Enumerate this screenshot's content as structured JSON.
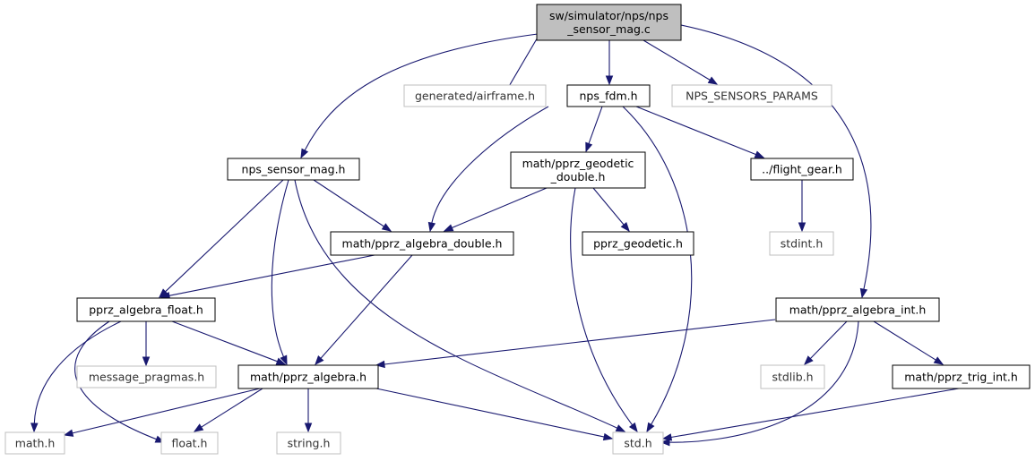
{
  "diagram": {
    "type": "include-dependency-graph",
    "colors": {
      "edge": "#191970",
      "main_fill": "#bfbfbf",
      "documented_border": "#000000",
      "external_border": "#bfbfbf"
    },
    "nodes": [
      {
        "id": "main",
        "lines": [
          "sw/simulator/nps/nps",
          "_sensor_mag.c"
        ],
        "kind": "main"
      },
      {
        "id": "airframe",
        "lines": [
          "generated/airframe.h"
        ],
        "kind": "external"
      },
      {
        "id": "nps_fdm",
        "lines": [
          "nps_fdm.h"
        ],
        "kind": "documented"
      },
      {
        "id": "nps_sensors_params",
        "lines": [
          "NPS_SENSORS_PARAMS"
        ],
        "kind": "external"
      },
      {
        "id": "nps_sensor_mag_h",
        "lines": [
          "nps_sensor_mag.h"
        ],
        "kind": "documented"
      },
      {
        "id": "pprz_geodetic_double",
        "lines": [
          "math/pprz_geodetic",
          "_double.h"
        ],
        "kind": "documented"
      },
      {
        "id": "flight_gear",
        "lines": [
          "../flight_gear.h"
        ],
        "kind": "documented"
      },
      {
        "id": "pprz_algebra_double",
        "lines": [
          "math/pprz_algebra_double.h"
        ],
        "kind": "documented"
      },
      {
        "id": "pprz_geodetic",
        "lines": [
          "pprz_geodetic.h"
        ],
        "kind": "documented"
      },
      {
        "id": "stdint",
        "lines": [
          "stdint.h"
        ],
        "kind": "external"
      },
      {
        "id": "pprz_algebra_float",
        "lines": [
          "pprz_algebra_float.h"
        ],
        "kind": "documented"
      },
      {
        "id": "pprz_algebra_int",
        "lines": [
          "math/pprz_algebra_int.h"
        ],
        "kind": "documented"
      },
      {
        "id": "message_pragmas",
        "lines": [
          "message_pragmas.h"
        ],
        "kind": "external"
      },
      {
        "id": "pprz_algebra",
        "lines": [
          "math/pprz_algebra.h"
        ],
        "kind": "documented"
      },
      {
        "id": "stdlib",
        "lines": [
          "stdlib.h"
        ],
        "kind": "external"
      },
      {
        "id": "pprz_trig_int",
        "lines": [
          "math/pprz_trig_int.h"
        ],
        "kind": "documented"
      },
      {
        "id": "math",
        "lines": [
          "math.h"
        ],
        "kind": "external"
      },
      {
        "id": "float",
        "lines": [
          "float.h"
        ],
        "kind": "external"
      },
      {
        "id": "string",
        "lines": [
          "string.h"
        ],
        "kind": "external"
      },
      {
        "id": "std",
        "lines": [
          "std.h"
        ],
        "kind": "external"
      }
    ],
    "edges": [
      [
        "main",
        "airframe"
      ],
      [
        "main",
        "nps_fdm"
      ],
      [
        "main",
        "nps_sensors_params"
      ],
      [
        "main",
        "nps_sensor_mag_h"
      ],
      [
        "main",
        "pprz_algebra_int"
      ],
      [
        "nps_fdm",
        "pprz_geodetic_double"
      ],
      [
        "nps_fdm",
        "flight_gear"
      ],
      [
        "nps_fdm",
        "pprz_algebra_double"
      ],
      [
        "nps_fdm",
        "std"
      ],
      [
        "nps_sensor_mag_h",
        "pprz_algebra_double"
      ],
      [
        "nps_sensor_mag_h",
        "pprz_algebra_float"
      ],
      [
        "nps_sensor_mag_h",
        "pprz_algebra"
      ],
      [
        "nps_sensor_mag_h",
        "std"
      ],
      [
        "pprz_geodetic_double",
        "pprz_algebra_double"
      ],
      [
        "pprz_geodetic_double",
        "pprz_geodetic"
      ],
      [
        "pprz_geodetic_double",
        "std"
      ],
      [
        "flight_gear",
        "stdint"
      ],
      [
        "pprz_algebra_double",
        "pprz_algebra_float"
      ],
      [
        "pprz_algebra_double",
        "pprz_algebra"
      ],
      [
        "pprz_algebra_float",
        "message_pragmas"
      ],
      [
        "pprz_algebra_float",
        "pprz_algebra"
      ],
      [
        "pprz_algebra_float",
        "math"
      ],
      [
        "pprz_algebra_float",
        "float"
      ],
      [
        "pprz_algebra_int",
        "pprz_algebra"
      ],
      [
        "pprz_algebra_int",
        "stdlib"
      ],
      [
        "pprz_algebra_int",
        "pprz_trig_int"
      ],
      [
        "pprz_algebra_int",
        "std"
      ],
      [
        "pprz_trig_int",
        "std"
      ],
      [
        "pprz_algebra",
        "math"
      ],
      [
        "pprz_algebra",
        "float"
      ],
      [
        "pprz_algebra",
        "string"
      ],
      [
        "pprz_algebra",
        "std"
      ]
    ]
  }
}
